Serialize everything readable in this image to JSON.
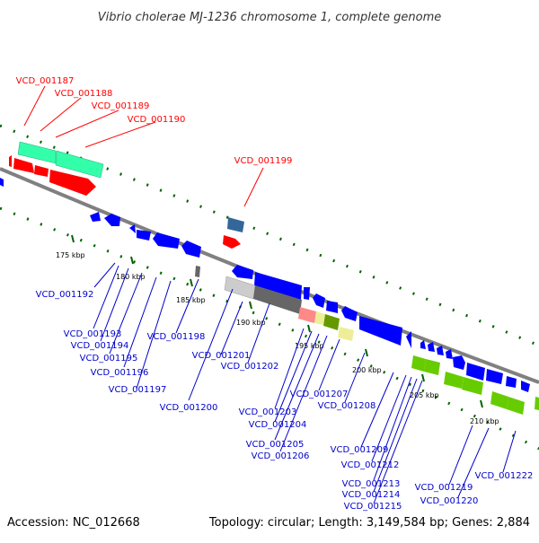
{
  "title": "Vibrio cholerae MJ-1236 chromosome 1, complete genome",
  "footer": {
    "accession": "Accession: NC_012668",
    "summary": "Topology: circular; Length: 3,149,584 bp; Genes: 2,884"
  },
  "colors": {
    "forward_label": "#ff0000",
    "reverse_label": "#0000cc",
    "backbone": "#808080",
    "tick": "#006400",
    "cds_blue": "#0000ff",
    "cds_red": "#ff0000",
    "rna_teal": "#33ffaa",
    "cog_green": "#66cc00",
    "cog_grey": "#666666"
  },
  "ticks": [
    {
      "label": "175 kbp"
    },
    {
      "label": "180 kbp"
    },
    {
      "label": "185 kbp"
    },
    {
      "label": "190 kbp"
    },
    {
      "label": "195 kbp"
    },
    {
      "label": "200 kbp"
    },
    {
      "label": "205 kbp"
    },
    {
      "label": "210 kbp"
    }
  ],
  "forward_genes": [
    {
      "label": "VCD_001187"
    },
    {
      "label": "VCD_001188"
    },
    {
      "label": "VCD_001189"
    },
    {
      "label": "VCD_001190"
    },
    {
      "label": "VCD_001199"
    }
  ],
  "reverse_genes": [
    {
      "label": "VCD_001192"
    },
    {
      "label": "VCD_001193"
    },
    {
      "label": "VCD_001194"
    },
    {
      "label": "VCD_001195"
    },
    {
      "label": "VCD_001196"
    },
    {
      "label": "VCD_001197"
    },
    {
      "label": "VCD_001198"
    },
    {
      "label": "VCD_001200"
    },
    {
      "label": "VCD_001201"
    },
    {
      "label": "VCD_001202"
    },
    {
      "label": "VCD_001203"
    },
    {
      "label": "VCD_001204"
    },
    {
      "label": "VCD_001205"
    },
    {
      "label": "VCD_001206"
    },
    {
      "label": "VCD_001207"
    },
    {
      "label": "VCD_001208"
    },
    {
      "label": "VCD_001209"
    },
    {
      "label": "VCD_001212"
    },
    {
      "label": "VCD_001213"
    },
    {
      "label": "VCD_001214"
    },
    {
      "label": "VCD_001215"
    },
    {
      "label": "VCD_001219"
    },
    {
      "label": "VCD_001220"
    },
    {
      "label": "VCD_001222"
    }
  ]
}
